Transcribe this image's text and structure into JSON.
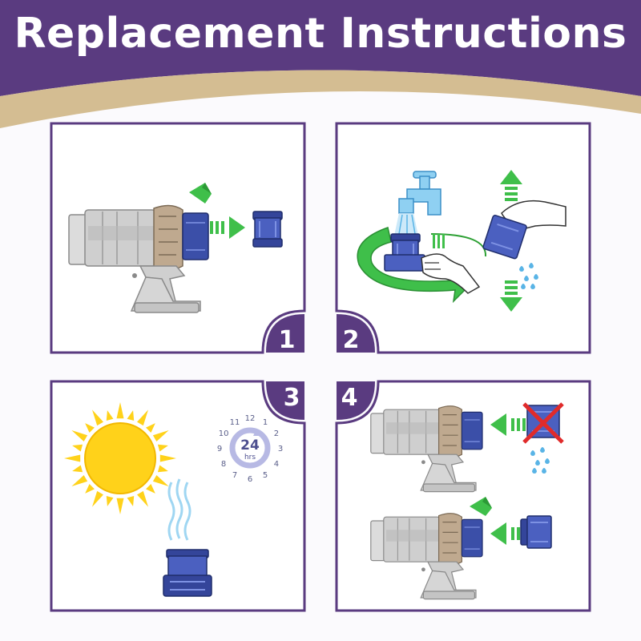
{
  "header": {
    "title": "Replacement Instructions",
    "colors": {
      "band": "#5a3b80",
      "gold": "#d4bd92",
      "background": "#fbfafd"
    }
  },
  "panels": [
    {
      "number": "1",
      "icons": [
        "vacuum-icon",
        "green-arrow-icon",
        "filter-icon"
      ]
    },
    {
      "number": "2",
      "icons": [
        "tap-icon",
        "rotate-arrow-icon",
        "hand-icon",
        "filter-icon",
        "water-drops-icon",
        "up-arrow-icon",
        "down-arrow-icon"
      ]
    },
    {
      "number": "3",
      "icons": [
        "sun-icon",
        "clock-icon",
        "steam-icon",
        "filter-icon"
      ]
    },
    {
      "number": "4",
      "icons": [
        "vacuum-icon",
        "cross-icon",
        "water-drops-icon",
        "green-arrow-icon",
        "filter-icon"
      ]
    }
  ],
  "clock": {
    "hours": [
      "12",
      "1",
      "2",
      "3",
      "4",
      "5",
      "6",
      "7",
      "8",
      "9",
      "10",
      "11"
    ],
    "value": "24",
    "unit": "hrs"
  },
  "colors": {
    "panel_border": "#5a3b80",
    "filter_blue": "#3b4fa8",
    "arrow_green": "#3fbf4a",
    "sun_yellow": "#ffd21a",
    "water_blue": "#59b4e6"
  }
}
